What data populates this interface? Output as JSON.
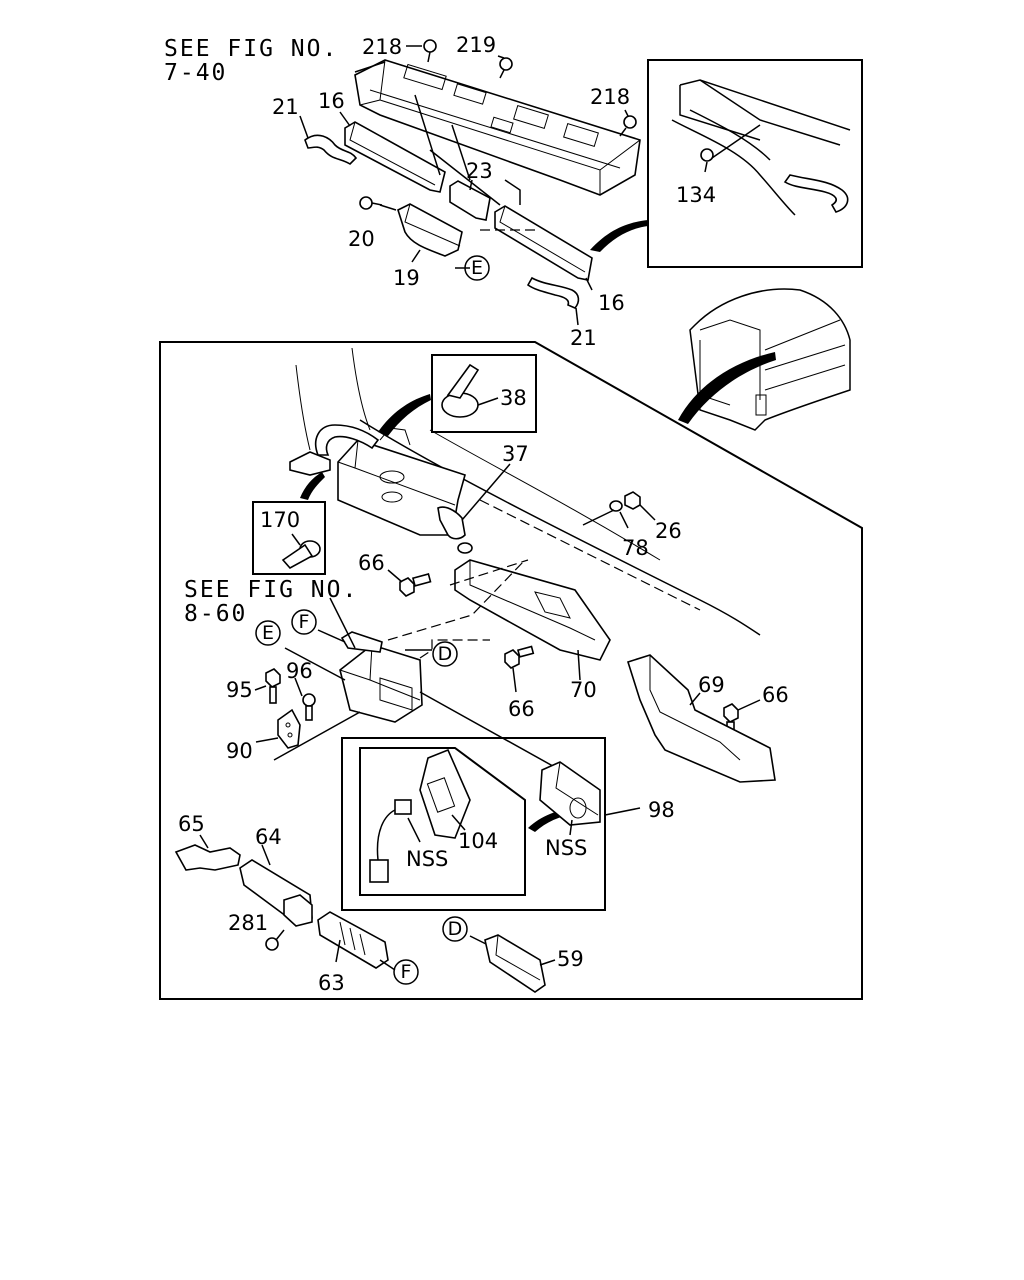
{
  "references": {
    "top": [
      "SEE FIG NO.",
      "7-40"
    ],
    "middle": [
      "SEE FIG NO.",
      "8-60"
    ]
  },
  "callouts": {
    "p218a": "218",
    "p219": "219",
    "p218b": "218",
    "p21a": "21",
    "p16a": "16",
    "p23": "23",
    "p20": "20",
    "p19": "19",
    "p16b": "16",
    "p21b": "21",
    "p134": "134",
    "p38": "38",
    "p37": "37",
    "p170": "170",
    "p26": "26",
    "p78": "78",
    "p66a": "66",
    "p70": "70",
    "p66b": "66",
    "p69": "69",
    "p66c": "66",
    "p95": "95",
    "p96": "96",
    "p90": "90",
    "p98": "98",
    "p104": "104",
    "nss1": "NSS",
    "nss2": "NSS",
    "p65": "65",
    "p64": "64",
    "p281": "281",
    "p63": "63",
    "p59": "59"
  },
  "connectors": {
    "E1": "E",
    "E2": "E",
    "F1": "F",
    "F2": "F",
    "D1": "D",
    "D2": "D"
  }
}
